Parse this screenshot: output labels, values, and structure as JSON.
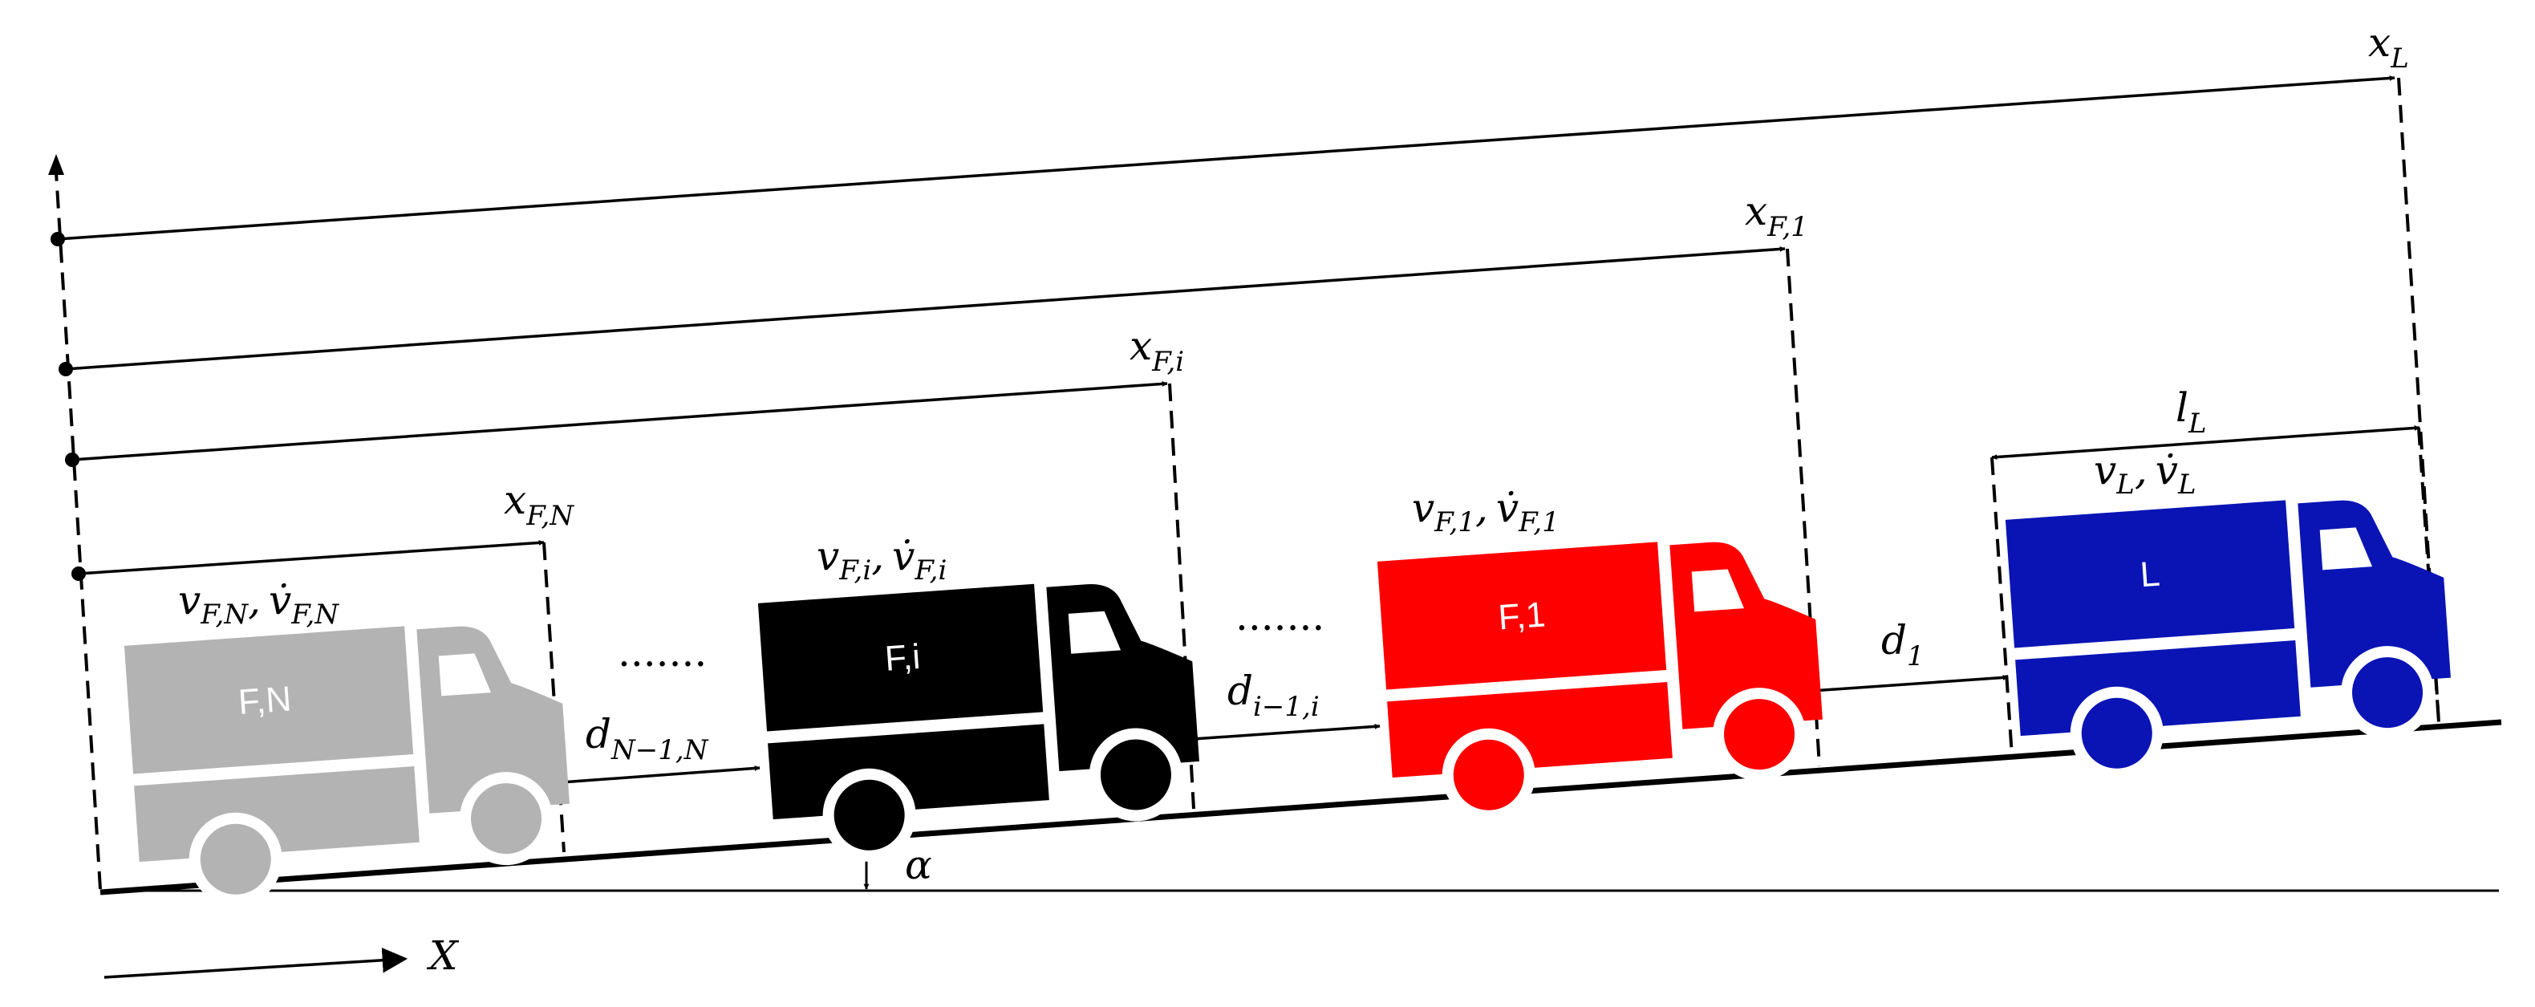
{
  "labels": {
    "x_L": {
      "base": "x",
      "sub": "L"
    },
    "x_F1": {
      "base": "x",
      "sub": "F,1"
    },
    "x_Fi": {
      "base": "x",
      "sub": "F,i"
    },
    "x_FN": {
      "base": "x",
      "sub": "F,N"
    },
    "l_L": {
      "base": "l",
      "sub": "L"
    },
    "v_L": {
      "v": "v",
      "vdot": "v̇",
      "sub": "L"
    },
    "v_F1": {
      "v": "v",
      "vdot": "v̇",
      "sub": "F,1"
    },
    "v_Fi": {
      "v": "v",
      "vdot": "v̇",
      "sub": "F,i"
    },
    "v_FN": {
      "v": "v",
      "vdot": "v̇",
      "sub": "F,N"
    },
    "d_1": {
      "base": "d",
      "sub": "1"
    },
    "d_i": {
      "base": "d",
      "sub": "i−1,i"
    },
    "d_N": {
      "base": "d",
      "sub": "N−1,N"
    },
    "alpha": "α",
    "X": "X",
    "separator": ",",
    "dots": "......."
  },
  "trucks": [
    {
      "name": "truck-leader",
      "label": "L",
      "color": "#0a14b4"
    },
    {
      "name": "truck-follower-1",
      "label": "F,1",
      "color": "#ff0000"
    },
    {
      "name": "truck-follower-i",
      "label": "F,i",
      "color": "#000000"
    },
    {
      "name": "truck-follower-n",
      "label": "F,N",
      "color": "#b3b3b3"
    }
  ]
}
